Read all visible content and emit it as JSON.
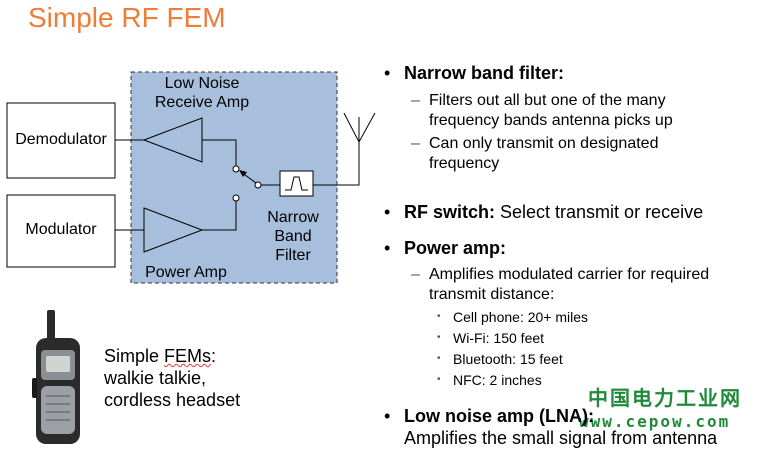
{
  "title": "Simple RF FEM",
  "diagram": {
    "lna_label_line1": "Low Noise",
    "lna_label_line2": "Receive Amp",
    "power_amp_label": "Power Amp",
    "filter_label_line1": "Narrow",
    "filter_label_line2": "Band",
    "filter_label_line3": "Filter",
    "demodulator": "Demodulator",
    "modulator": "Modulator",
    "colors": {
      "panel_fill": "#a7bfdc",
      "panel_border": "#333333"
    }
  },
  "caption": {
    "line1_prefix": "Simple ",
    "line1_word": "FEMs",
    "line1_suffix": ":",
    "line2": "walkie talkie,",
    "line3": "cordless headset"
  },
  "bullets": {
    "narrow_band": {
      "head": "Narrow band filter:",
      "sub1_line1": "Filters out all but one of the many",
      "sub1_line2": "frequency bands antenna picks up",
      "sub2_line1": "Can only transmit on designated",
      "sub2_line2": "frequency"
    },
    "rf_switch": {
      "head": "RF switch:",
      "text": " Select transmit or receive"
    },
    "power_amp": {
      "head": "Power amp:",
      "sub1_line1": "Amplifies modulated carrier for required",
      "sub1_line2": "transmit distance:",
      "items": [
        "Cell phone: 20+ miles",
        "Wi-Fi: 150 feet",
        "Bluetooth: 15 feet",
        "NFC: 2 inches"
      ]
    },
    "lna": {
      "head": "Low noise amp (LNA):",
      "line2": "Amplifies the small signal from antenna"
    }
  },
  "bullet_glyph": "•",
  "dash_glyph": "–",
  "watermark": {
    "cn": "中国电力工业网",
    "url": "www.cepow.com"
  }
}
